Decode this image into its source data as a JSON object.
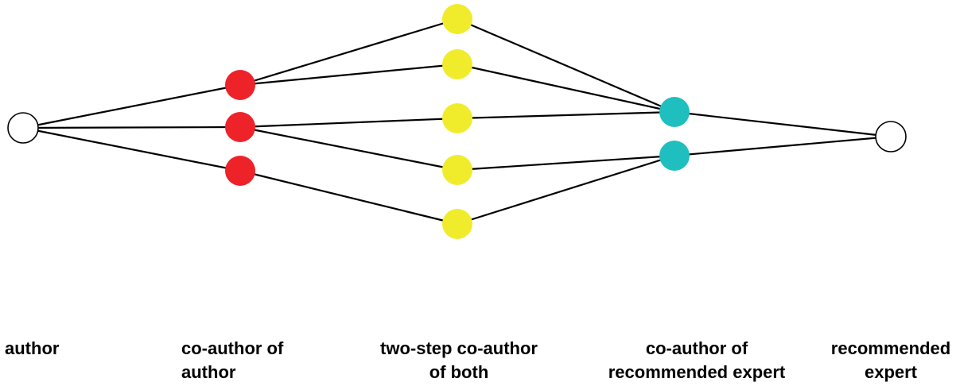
{
  "colors": {
    "author": "#ffffff",
    "coauthor_of_author": "#ee2229",
    "two_step": "#f0ec2c",
    "coauthor_of_recommended": "#1fbfbf",
    "recommended": "#ffffff",
    "edge": "#000000"
  },
  "columns": [
    {
      "key": "author",
      "lines": [
        "author"
      ]
    },
    {
      "key": "coauthor_of_author",
      "lines": [
        "co-author of",
        "author"
      ]
    },
    {
      "key": "two_step",
      "lines": [
        "two-step co-author",
        "of both"
      ]
    },
    {
      "key": "coauthor_of_recommended",
      "lines": [
        "co-author of",
        "recommended expert"
      ]
    },
    {
      "key": "recommended",
      "lines": [
        "recommended",
        "expert"
      ]
    }
  ]
}
